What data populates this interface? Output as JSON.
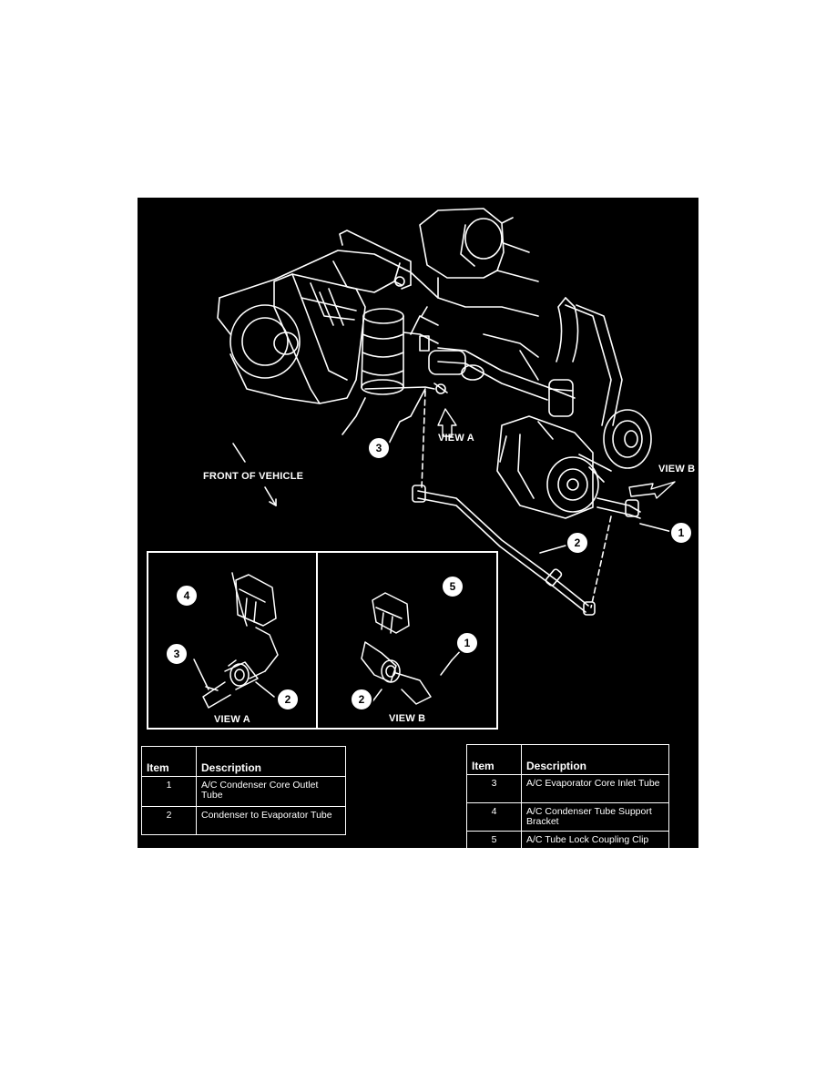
{
  "labels": {
    "front_of_vehicle": "FRONT OF VEHICLE",
    "view_a_main": "VIEW A",
    "view_b_main": "VIEW B",
    "view_a_inset": "VIEW A",
    "view_b_inset": "VIEW B"
  },
  "callouts": {
    "main_1": "1",
    "main_2": "2",
    "main_3": "3",
    "inset_a_4": "4",
    "inset_a_3": "3",
    "inset_a_2": "2",
    "inset_b_5": "5",
    "inset_b_1": "1",
    "inset_b_2": "2"
  },
  "legend_left": {
    "header_item": "Item",
    "header_description": "Description",
    "rows": [
      {
        "item": "1",
        "description": "A/C Condenser Core Outlet Tube"
      },
      {
        "item": "2",
        "description": "Condenser to Evaporator Tube"
      }
    ]
  },
  "legend_right": {
    "header_item": "Item",
    "header_description": "Description",
    "rows": [
      {
        "item": "3",
        "description": "A/C Evaporator Core Inlet Tube"
      },
      {
        "item": "4",
        "description": "A/C Condenser Tube Support Bracket"
      },
      {
        "item": "5",
        "description": "A/C Tube Lock Coupling Clip"
      }
    ]
  },
  "colors": {
    "background": "#000000",
    "line": "#ffffff",
    "page": "#ffffff"
  }
}
